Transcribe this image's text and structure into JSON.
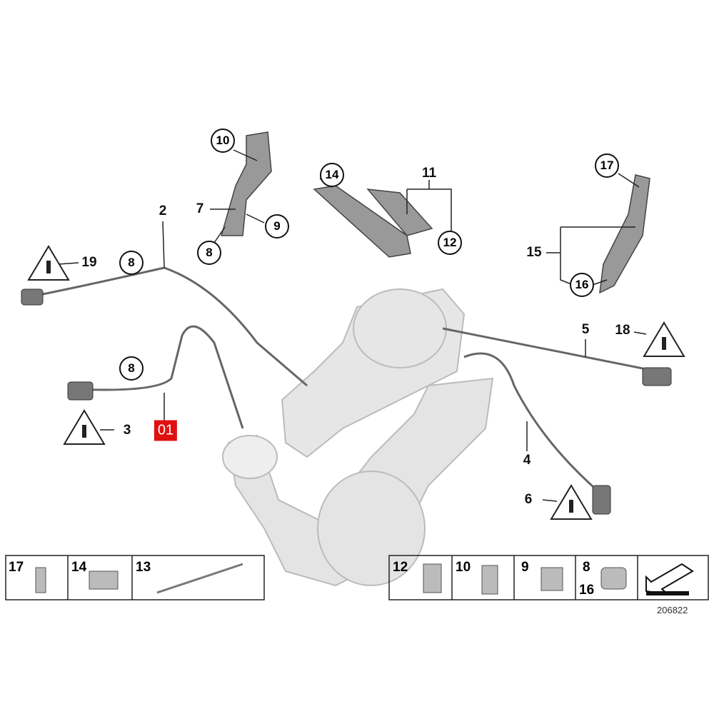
{
  "circled_labels": {
    "c10": "10",
    "c8a": "8",
    "c8b": "8",
    "c9": "9",
    "c8c": "8",
    "c14": "14",
    "c12": "12",
    "c17": "17",
    "c16": "16"
  },
  "plain_labels": {
    "p2": "2",
    "p7": "7",
    "p11": "11",
    "p15": "15",
    "p5": "5",
    "p4": "4",
    "p3": "3",
    "p6": "6",
    "p19": "19",
    "p18": "18"
  },
  "highlight_label": "01",
  "parts_table_left": [
    "17",
    "14",
    "13"
  ],
  "parts_table_right": [
    "12",
    "10",
    "9",
    "8",
    "16"
  ],
  "reference_number": "206822",
  "colors": {
    "highlight": "#e01010",
    "part_fill": "#e4e4e4",
    "line": "#555555"
  }
}
